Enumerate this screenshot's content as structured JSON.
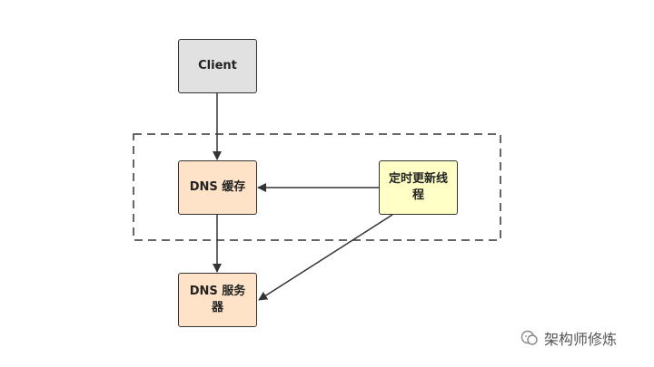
{
  "nodes": {
    "client": "Client",
    "dns_cache": "DNS 缓存",
    "update_thread": "定时更新线程",
    "dns_server": "DNS 服务器"
  },
  "watermark": {
    "text": "架构师修炼",
    "icon": "wechat-icon"
  },
  "colors": {
    "client_fill": "#e1e1e1",
    "dns_fill": "#ffe3c8",
    "thread_fill": "#ffffc6",
    "stroke": "#333333"
  }
}
